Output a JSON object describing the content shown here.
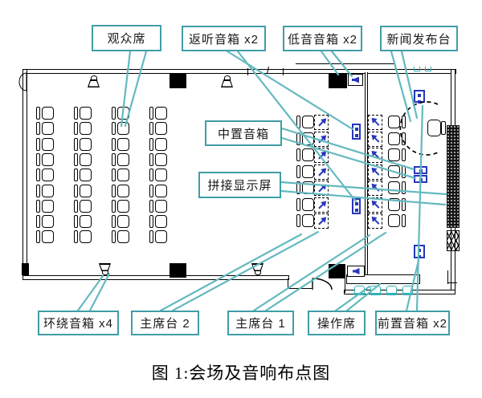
{
  "figure": {
    "caption": "图 1:会场及音响布点图"
  },
  "callouts": {
    "audience": {
      "label": "观众席"
    },
    "monitor_speakers": {
      "label": "返听音箱 x2"
    },
    "subwoofers": {
      "label": "低音音箱 x2"
    },
    "press_podium": {
      "label": "新闻发布台"
    },
    "center_speaker": {
      "label": "中置音箱"
    },
    "video_wall": {
      "label": "拼接显示屏"
    },
    "surround_speakers": {
      "label": "环绕音箱 x4"
    },
    "rostrum_2": {
      "label": "主席台 2"
    },
    "rostrum_1": {
      "label": "主席台 1"
    },
    "operator_station": {
      "label": "操作席"
    },
    "front_speakers": {
      "label": "前置音箱 x2"
    }
  },
  "seating": {
    "audience_columns": 4,
    "audience_rows": 9,
    "rostrum_rows": 7,
    "operator_chairs": 4
  },
  "colors": {
    "callout": "#3f9ea6",
    "leader": "#63b9bf",
    "speaker_blue": "#2636bb",
    "teal_furniture": "#2fb3b8"
  }
}
